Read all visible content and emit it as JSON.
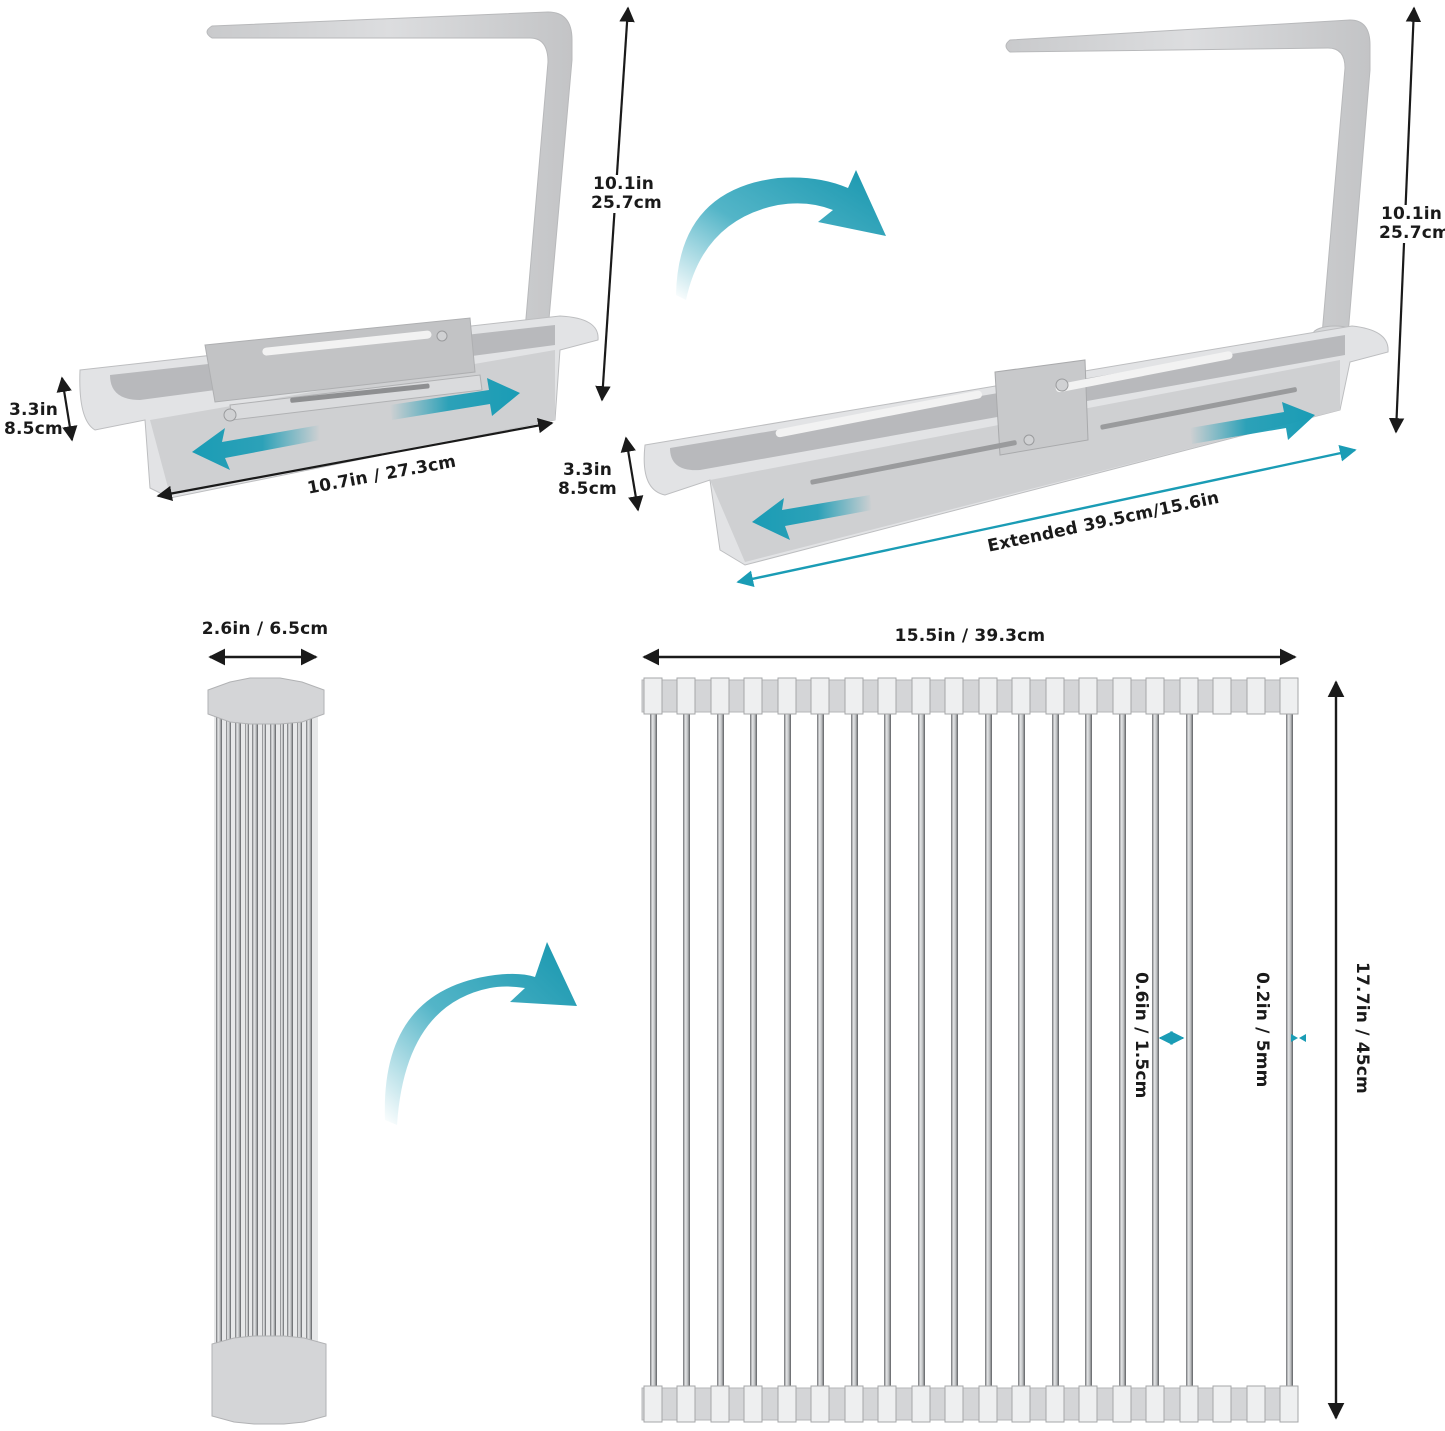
{
  "colors": {
    "accent_teal": "#1a9cb5",
    "plastic_gray": "#d3d4d6",
    "plastic_dark": "#b9babc",
    "rod_steel": "#9a9c9f",
    "dimension_line": "#1a1a1a",
    "background": "#ffffff"
  },
  "panels": {
    "basket_retracted": {
      "height_label_in": "10.1in",
      "height_label_cm": "25.7cm",
      "depth_label_in": "3.3in",
      "depth_label_cm": "8.5cm",
      "length_label": "10.7in / 27.3cm",
      "icons": [
        "faucet-arm-icon",
        "basket-icon",
        "double-arrow-icon"
      ]
    },
    "basket_extended": {
      "height_label_in": "10.1in",
      "height_label_cm": "25.7cm",
      "depth_label_in": "3.3in",
      "depth_label_cm": "8.5cm",
      "length_label": "Extended 39.5cm/15.6in",
      "icons": [
        "faucet-arm-icon",
        "basket-icon",
        "outward-arrows-icon"
      ]
    },
    "mat_rolled": {
      "width_label": "2.6in / 6.5cm"
    },
    "mat_unrolled": {
      "width_label": "15.5in / 39.3cm",
      "height_label": "17.7in / 45cm",
      "rod_spacing_label": "0.6in / 1.5cm",
      "rod_diameter_label": "0.2in / 5mm",
      "rod_count": 20
    }
  },
  "transition_arrows": [
    {
      "name": "curved-arrow-top",
      "from": "basket_retracted",
      "to": "basket_extended"
    },
    {
      "name": "curved-arrow-bottom",
      "from": "mat_rolled",
      "to": "mat_unrolled"
    }
  ]
}
